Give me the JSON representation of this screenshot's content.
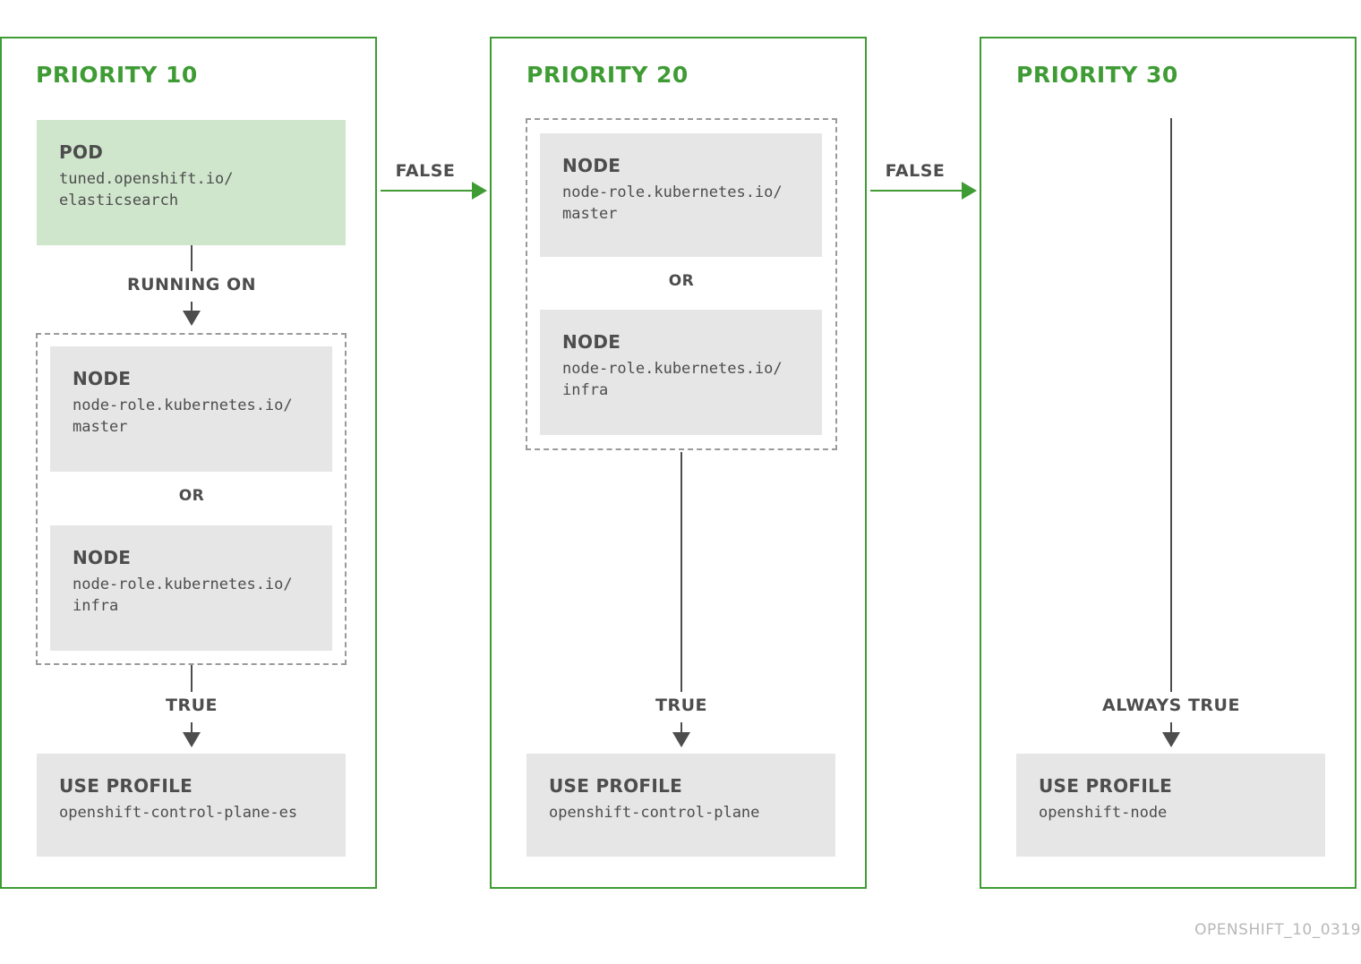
{
  "panels": [
    {
      "title": "PRIORITY 10",
      "pod": {
        "heading": "POD",
        "label": "tuned.openshift.io/\nelasticsearch"
      },
      "running_on": "RUNNING ON",
      "nodes": [
        {
          "heading": "NODE",
          "label": "node-role.kubernetes.io/\nmaster"
        },
        {
          "heading": "NODE",
          "label": "node-role.kubernetes.io/\ninfra"
        }
      ],
      "or": "OR",
      "condition": "TRUE",
      "profile": {
        "heading": "USE PROFILE",
        "name": "openshift-control-plane-es"
      }
    },
    {
      "title": "PRIORITY 20",
      "nodes": [
        {
          "heading": "NODE",
          "label": "node-role.kubernetes.io/\nmaster"
        },
        {
          "heading": "NODE",
          "label": "node-role.kubernetes.io/\ninfra"
        }
      ],
      "or": "OR",
      "condition": "TRUE",
      "profile": {
        "heading": "USE PROFILE",
        "name": "openshift-control-plane"
      }
    },
    {
      "title": "PRIORITY 30",
      "condition": "ALWAYS TRUE",
      "profile": {
        "heading": "USE PROFILE",
        "name": "openshift-node"
      }
    }
  ],
  "transitions": [
    "FALSE",
    "FALSE"
  ],
  "footer": "OPENSHIFT_10_0319",
  "colors": {
    "accent": "#3f9c35",
    "pod_fill": "#cfe6cc",
    "box_fill": "#e6e6e6",
    "text": "#4d4d4d"
  }
}
